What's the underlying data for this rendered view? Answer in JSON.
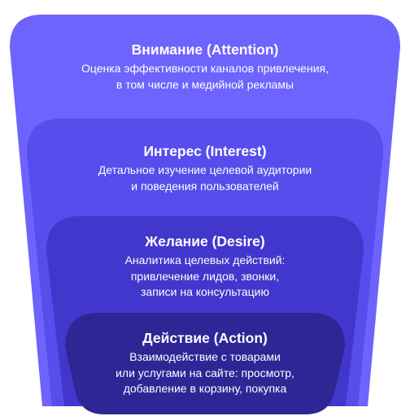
{
  "funnel": {
    "stages": [
      {
        "title": "Внимание (Attention)",
        "lines": [
          "Оценка эффективности каналов привлечения,",
          "в том числе и медийной рекламы"
        ],
        "color": "#6D63FD"
      },
      {
        "title": "Интерес (Interest)",
        "lines": [
          "Детальное изучение целевой аудитории",
          "и поведения пользователей"
        ],
        "color": "#564DEC"
      },
      {
        "title": "Желание (Desire)",
        "lines": [
          "Аналитика целевых действий:",
          "привлечение лидов, звонки,",
          "записи на консультацию"
        ],
        "color": "#4237CC"
      },
      {
        "title": "Действие (Action)",
        "lines": [
          "Взаимодействие с товарами",
          "или услугами на сайте: просмотр,",
          "добавление в корзину, покупка"
        ],
        "color": "#2F2696"
      }
    ]
  }
}
